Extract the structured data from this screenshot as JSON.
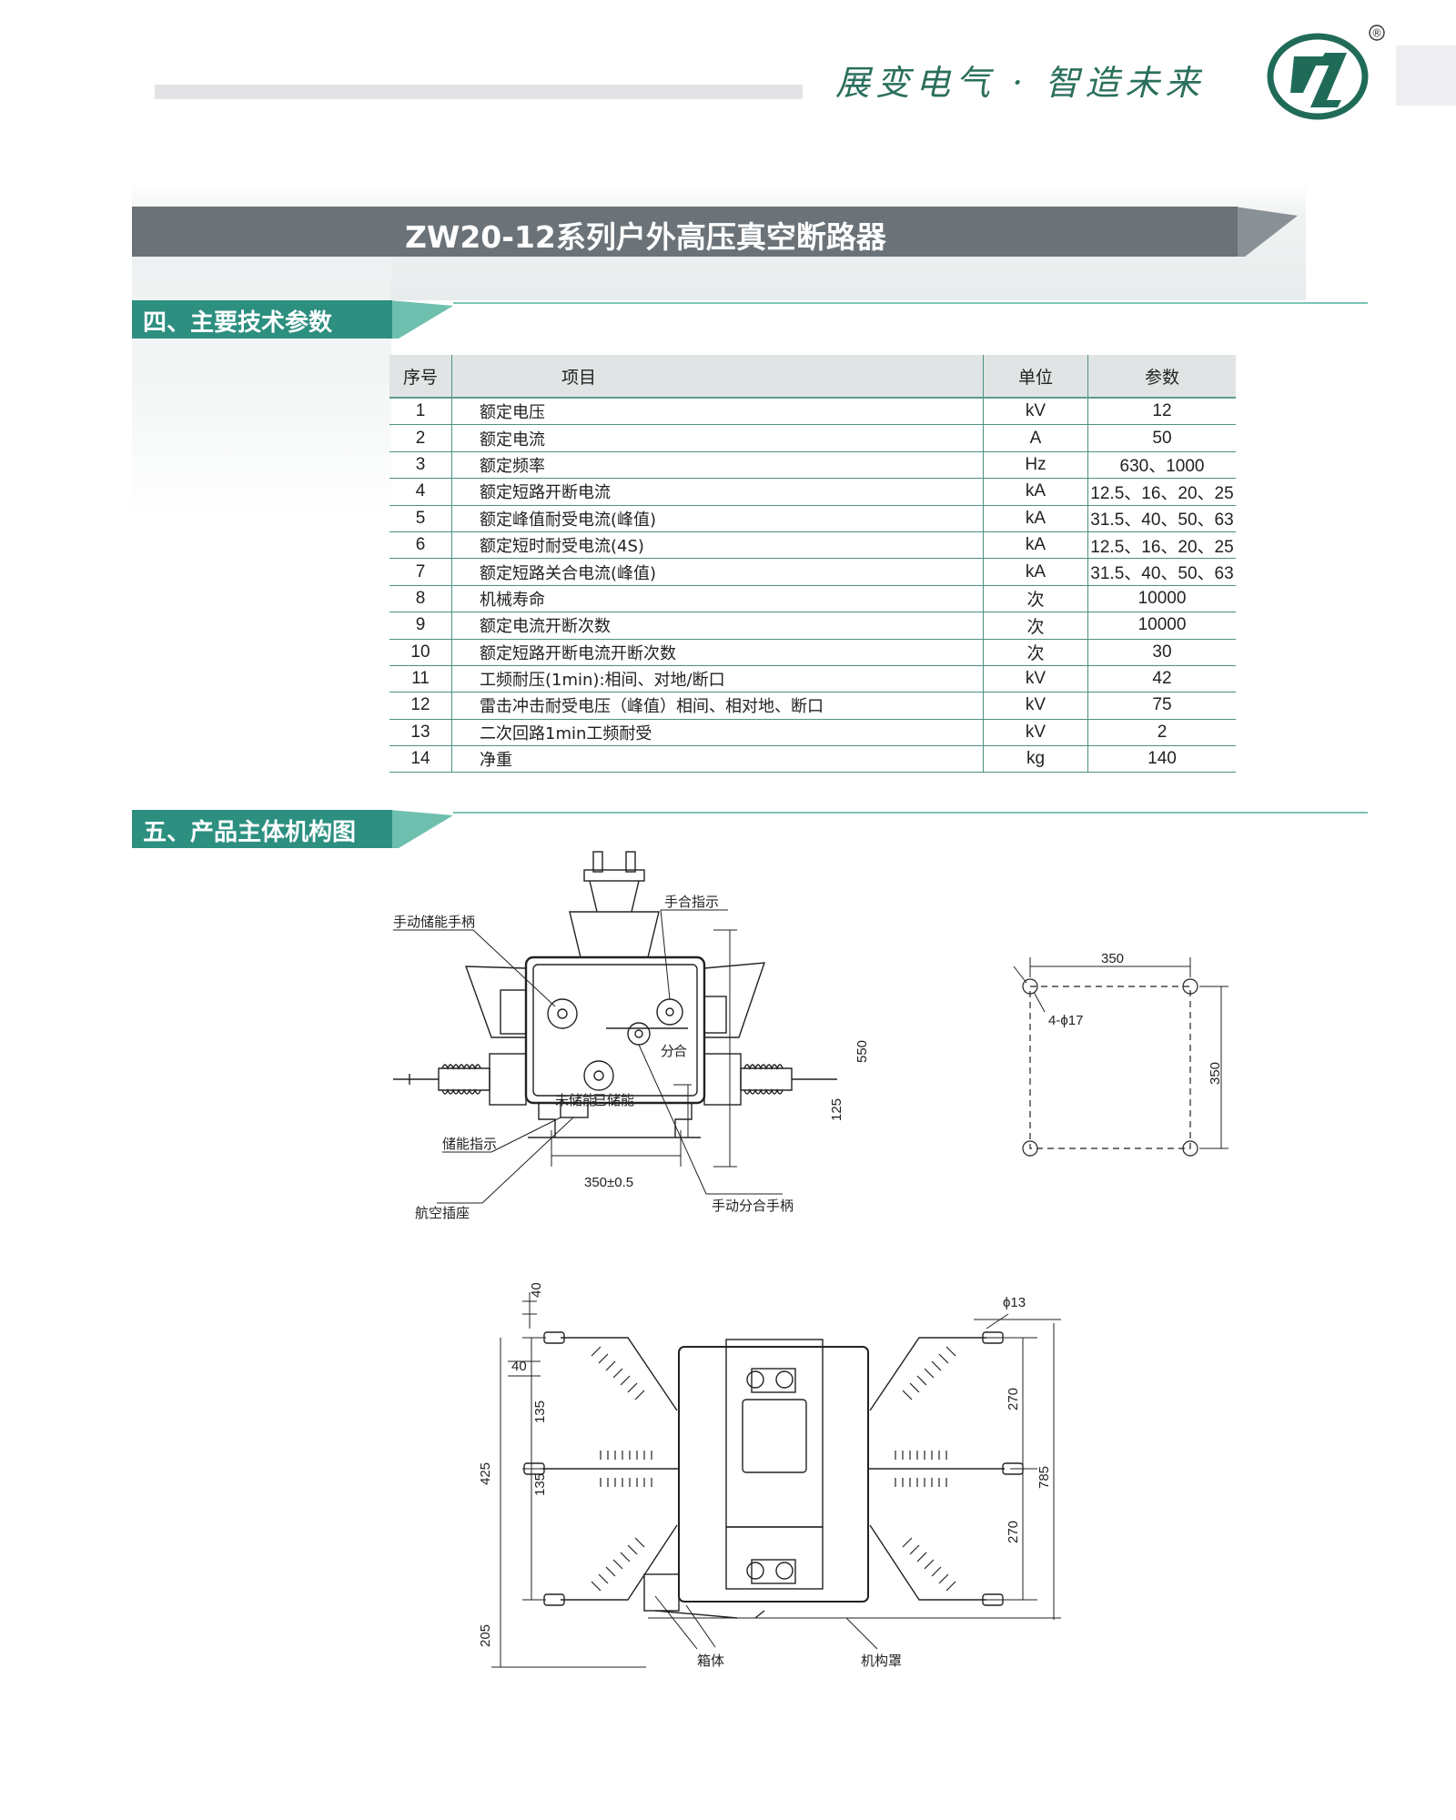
{
  "header": {
    "slogan": "展变电气 · 智造未来",
    "logo_mark": "®"
  },
  "title": "ZW20-12系列户外高压真空断路器",
  "section4": {
    "title": "四、主要技术参数",
    "columns": [
      "序号",
      "项目",
      "单位",
      "参数"
    ],
    "rows": [
      {
        "no": "1",
        "item": "额定电压",
        "unit": "kV",
        "value": "12"
      },
      {
        "no": "2",
        "item": "额定电流",
        "unit": "A",
        "value": "50"
      },
      {
        "no": "3",
        "item": "额定频率",
        "unit": "Hz",
        "value": "630、1000"
      },
      {
        "no": "4",
        "item": "额定短路开断电流",
        "unit": "kA",
        "value": "12.5、16、20、25"
      },
      {
        "no": "5",
        "item": "额定峰值耐受电流(峰值)",
        "unit": "kA",
        "value": "31.5、40、50、63"
      },
      {
        "no": "6",
        "item": "额定短时耐受电流(4S)",
        "unit": "kA",
        "value": "12.5、16、20、25"
      },
      {
        "no": "7",
        "item": "额定短路关合电流(峰值)",
        "unit": "kA",
        "value": "31.5、40、50、63"
      },
      {
        "no": "8",
        "item": "机械寿命",
        "unit": "次",
        "value": "10000"
      },
      {
        "no": "9",
        "item": "额定电流开断次数",
        "unit": "次",
        "value": "10000"
      },
      {
        "no": "10",
        "item": "额定短路开断电流开断次数",
        "unit": "次",
        "value": "30"
      },
      {
        "no": "11",
        "item": "工频耐压(1min):相间、对地/断口",
        "unit": "kV",
        "value": "42"
      },
      {
        "no": "12",
        "item": "雷击冲击耐受电压（峰值）相间、相对地、断口",
        "unit": "kV",
        "value": "75"
      },
      {
        "no": "13",
        "item": "二次回路1min工频耐受",
        "unit": "kV",
        "value": "2"
      },
      {
        "no": "14",
        "item": "净重",
        "unit": "kg",
        "value": "140"
      }
    ]
  },
  "section5": {
    "title": "五、产品主体机构图",
    "front_view": {
      "labels": {
        "manual_energy_handle": "手动储能手柄",
        "manual_close_indicator": "手合指示",
        "energy_indicator": "储能指示",
        "aviation_socket": "航空插座",
        "manual_open_close_handle": "手动分合手柄",
        "not_charged": "未储能",
        "charged": "已储能",
        "open": "分",
        "close": "合"
      },
      "dims": {
        "height": "550",
        "lower": "125",
        "base": "350±0.5"
      }
    },
    "mount_view": {
      "dims": {
        "width": "350",
        "height": "350",
        "holes": "4-ϕ17"
      }
    },
    "top_view": {
      "labels": {
        "box": "箱体",
        "mechanism_cover": "机构罩"
      },
      "dims": {
        "d40a": "40",
        "d40b": "40",
        "d135a": "135",
        "d135b": "135",
        "d425": "425",
        "d205": "205",
        "d270a": "270",
        "d270b": "270",
        "d785": "785",
        "hole": "ϕ13"
      }
    }
  }
}
